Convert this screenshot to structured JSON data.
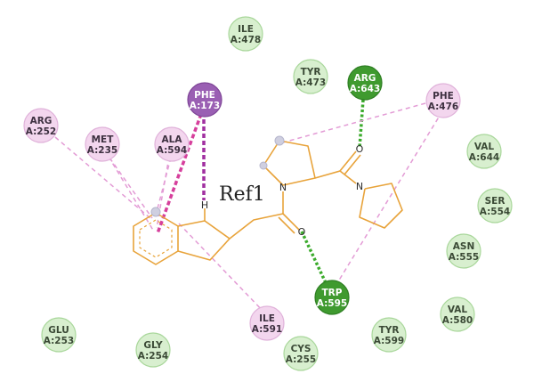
{
  "ligand_label": "Ref1",
  "colors": {
    "bond": "#e8a33a",
    "carbon_h_donor": "#cfcfe0",
    "vdw_fill": "#d8efcf",
    "vdw_stroke": "#a9d79b",
    "vdw_text": "#3b4a36",
    "hbond_fill": "#3f9a2f",
    "hbond_stroke": "#2f7f24",
    "hbond_text": "#ffffff",
    "pi_sigma_fill": "#9a5fb3",
    "pi_sigma_stroke": "#7f4697",
    "pi_sigma_text": "#ffffff",
    "alkyl_fill": "#f3d6ee",
    "alkyl_stroke": "#e0b2da",
    "alkyl_text": "#3d3040",
    "hbond_line": "#3bab2c",
    "alkyl_line": "#e39bd5",
    "pi_sigma_line": "#a12fa0"
  },
  "residues": [
    {
      "name": "ILE",
      "id": "A:478",
      "kind": "vdw"
    },
    {
      "name": "TYR",
      "id": "A:473",
      "kind": "vdw"
    },
    {
      "name": "ARG",
      "id": "A:643",
      "kind": "hbond"
    },
    {
      "name": "PHE",
      "id": "A:173",
      "kind": "pi_sigma"
    },
    {
      "name": "PHE",
      "id": "A:476",
      "kind": "alkyl"
    },
    {
      "name": "ARG",
      "id": "A:252",
      "kind": "alkyl"
    },
    {
      "name": "MET",
      "id": "A:235",
      "kind": "alkyl"
    },
    {
      "name": "ALA",
      "id": "A:594",
      "kind": "alkyl"
    },
    {
      "name": "VAL",
      "id": "A:644",
      "kind": "vdw"
    },
    {
      "name": "SER",
      "id": "A:554",
      "kind": "vdw"
    },
    {
      "name": "ASN",
      "id": "A:555",
      "kind": "vdw"
    },
    {
      "name": "TRP",
      "id": "A:595",
      "kind": "hbond"
    },
    {
      "name": "VAL",
      "id": "A:580",
      "kind": "vdw"
    },
    {
      "name": "ILE",
      "id": "A:591",
      "kind": "alkyl"
    },
    {
      "name": "GLU",
      "id": "A:253",
      "kind": "vdw"
    },
    {
      "name": "GLY",
      "id": "A:254",
      "kind": "vdw"
    },
    {
      "name": "CYS",
      "id": "A:255",
      "kind": "vdw"
    },
    {
      "name": "TYR",
      "id": "A:599",
      "kind": "vdw"
    }
  ],
  "atoms": {
    "n1": "N",
    "n2": "N",
    "o1": "O",
    "o2": "O",
    "h1": "H"
  }
}
